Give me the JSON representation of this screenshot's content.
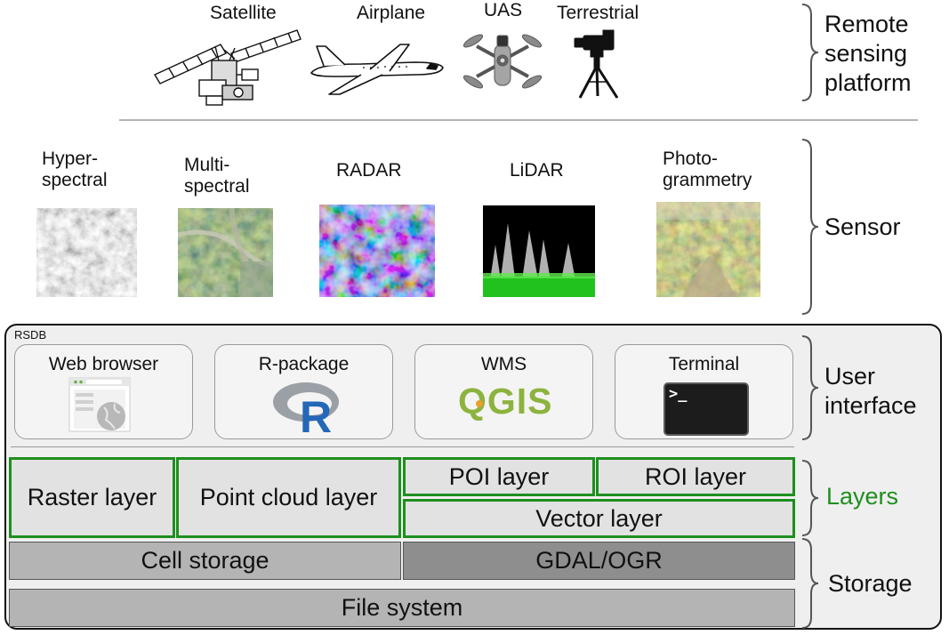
{
  "platforms": [
    {
      "label": "Satellite",
      "icon": "satellite-icon"
    },
    {
      "label": "Airplane",
      "icon": "airplane-icon"
    },
    {
      "label": "UAS",
      "icon": "drone-icon"
    },
    {
      "label": "Terrestrial",
      "icon": "tripod-scanner-icon"
    }
  ],
  "sensors": [
    {
      "label_lines": [
        "Hyper-",
        "spectral"
      ]
    },
    {
      "label_lines": [
        "Multi-",
        "spectral"
      ]
    },
    {
      "label_lines": [
        "RADAR"
      ]
    },
    {
      "label_lines": [
        "LiDAR"
      ]
    },
    {
      "label_lines": [
        "Photo-",
        "grammetry"
      ]
    }
  ],
  "categories": {
    "platform": [
      "Remote",
      "sensing",
      "platform"
    ],
    "sensor": [
      "Sensor"
    ],
    "user_interface": [
      "User",
      "interface"
    ],
    "layers": [
      "Layers"
    ],
    "storage": [
      "Storage"
    ]
  },
  "rsdb_label": "RSDB",
  "interfaces": [
    {
      "title": "Web browser",
      "icon": "web-browser-icon"
    },
    {
      "title": "R-package",
      "icon": "r-logo-icon"
    },
    {
      "title": "WMS",
      "icon": "qgis-logo"
    },
    {
      "title": "Terminal",
      "icon": "terminal-icon"
    }
  ],
  "logos": {
    "qgis": "QGIS",
    "r": "R",
    "terminal_prompt": ">_"
  },
  "layers": {
    "raster": "Raster layer",
    "point_cloud": "Point cloud layer",
    "poi": "POI layer",
    "roi": "ROI layer",
    "vector": "Vector layer"
  },
  "storage": {
    "cell": "Cell storage",
    "gdal": "GDAL/OGR",
    "file": "File system"
  },
  "colors": {
    "layer_border": "#1e8f1e",
    "layers_label": "#1e8f1e",
    "storage_light": "#b4b4b4",
    "storage_dark": "#8e8e8e",
    "rsdb_bg": "#efefef"
  }
}
